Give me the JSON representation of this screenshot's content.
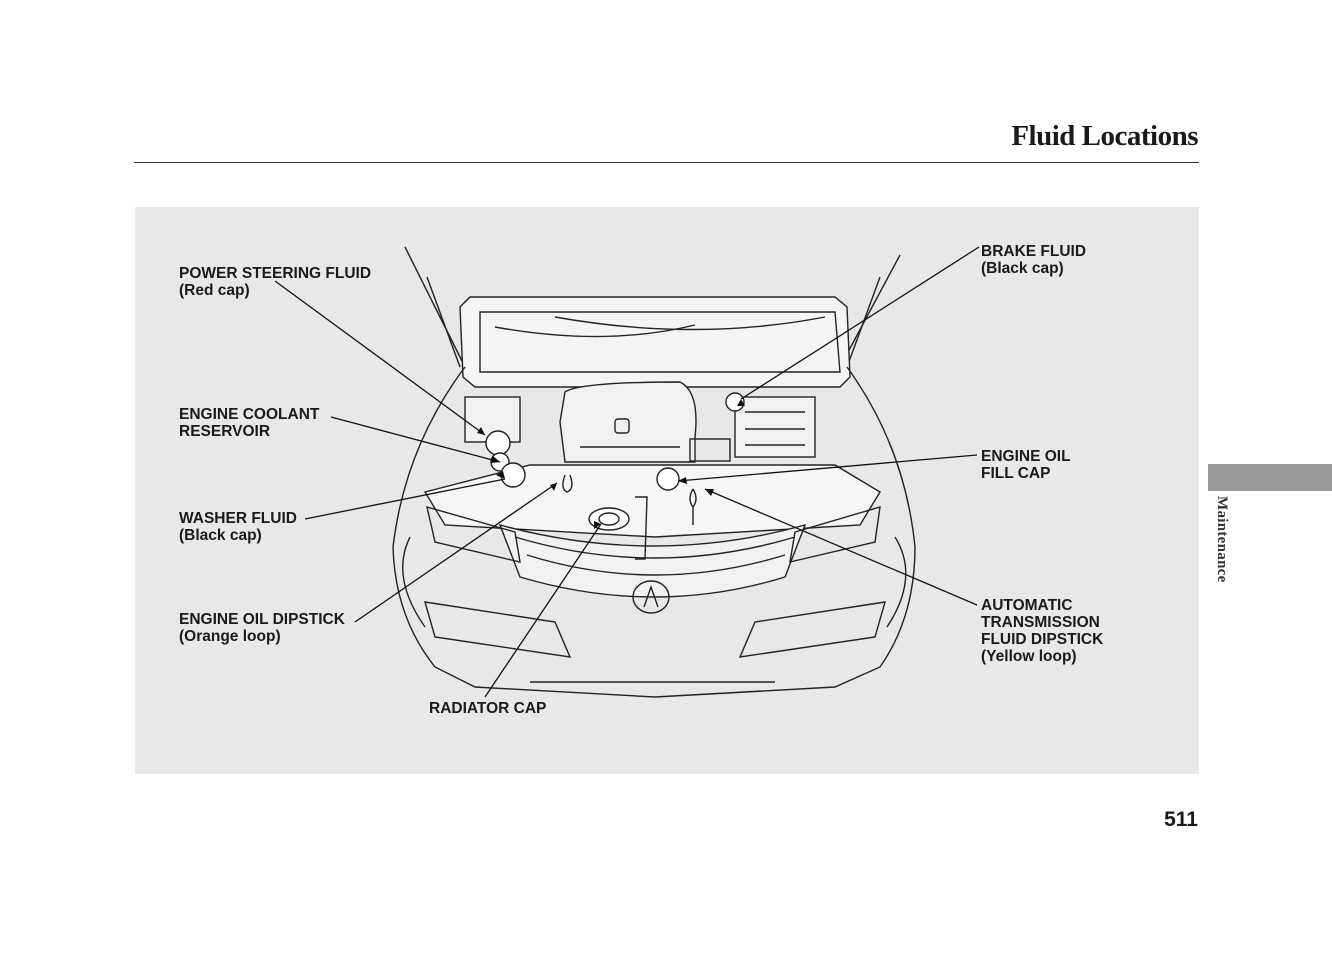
{
  "header": {
    "title": "Fluid Locations"
  },
  "labels": {
    "power_steering": {
      "name": "POWER STEERING FLUID",
      "note": "(Red cap)"
    },
    "coolant": {
      "line1": "ENGINE COOLANT",
      "line2": "RESERVOIR"
    },
    "washer": {
      "name": "WASHER FLUID",
      "note": "(Black cap)"
    },
    "oil_dipstick": {
      "name": "ENGINE OIL DIPSTICK",
      "note": "(Orange loop)"
    },
    "radiator": {
      "name": "RADIATOR CAP"
    },
    "brake": {
      "name": "BRAKE FLUID",
      "note": "(Black cap)"
    },
    "oil_fill": {
      "line1": "ENGINE OIL",
      "line2": "FILL CAP"
    },
    "atf": {
      "line1": "AUTOMATIC",
      "line2": "TRANSMISSION",
      "line3": "FLUID DIPSTICK",
      "note": "(Yellow loop)"
    }
  },
  "side_tab": {
    "text": "Maintenance"
  },
  "footer": {
    "page_number": "511"
  }
}
